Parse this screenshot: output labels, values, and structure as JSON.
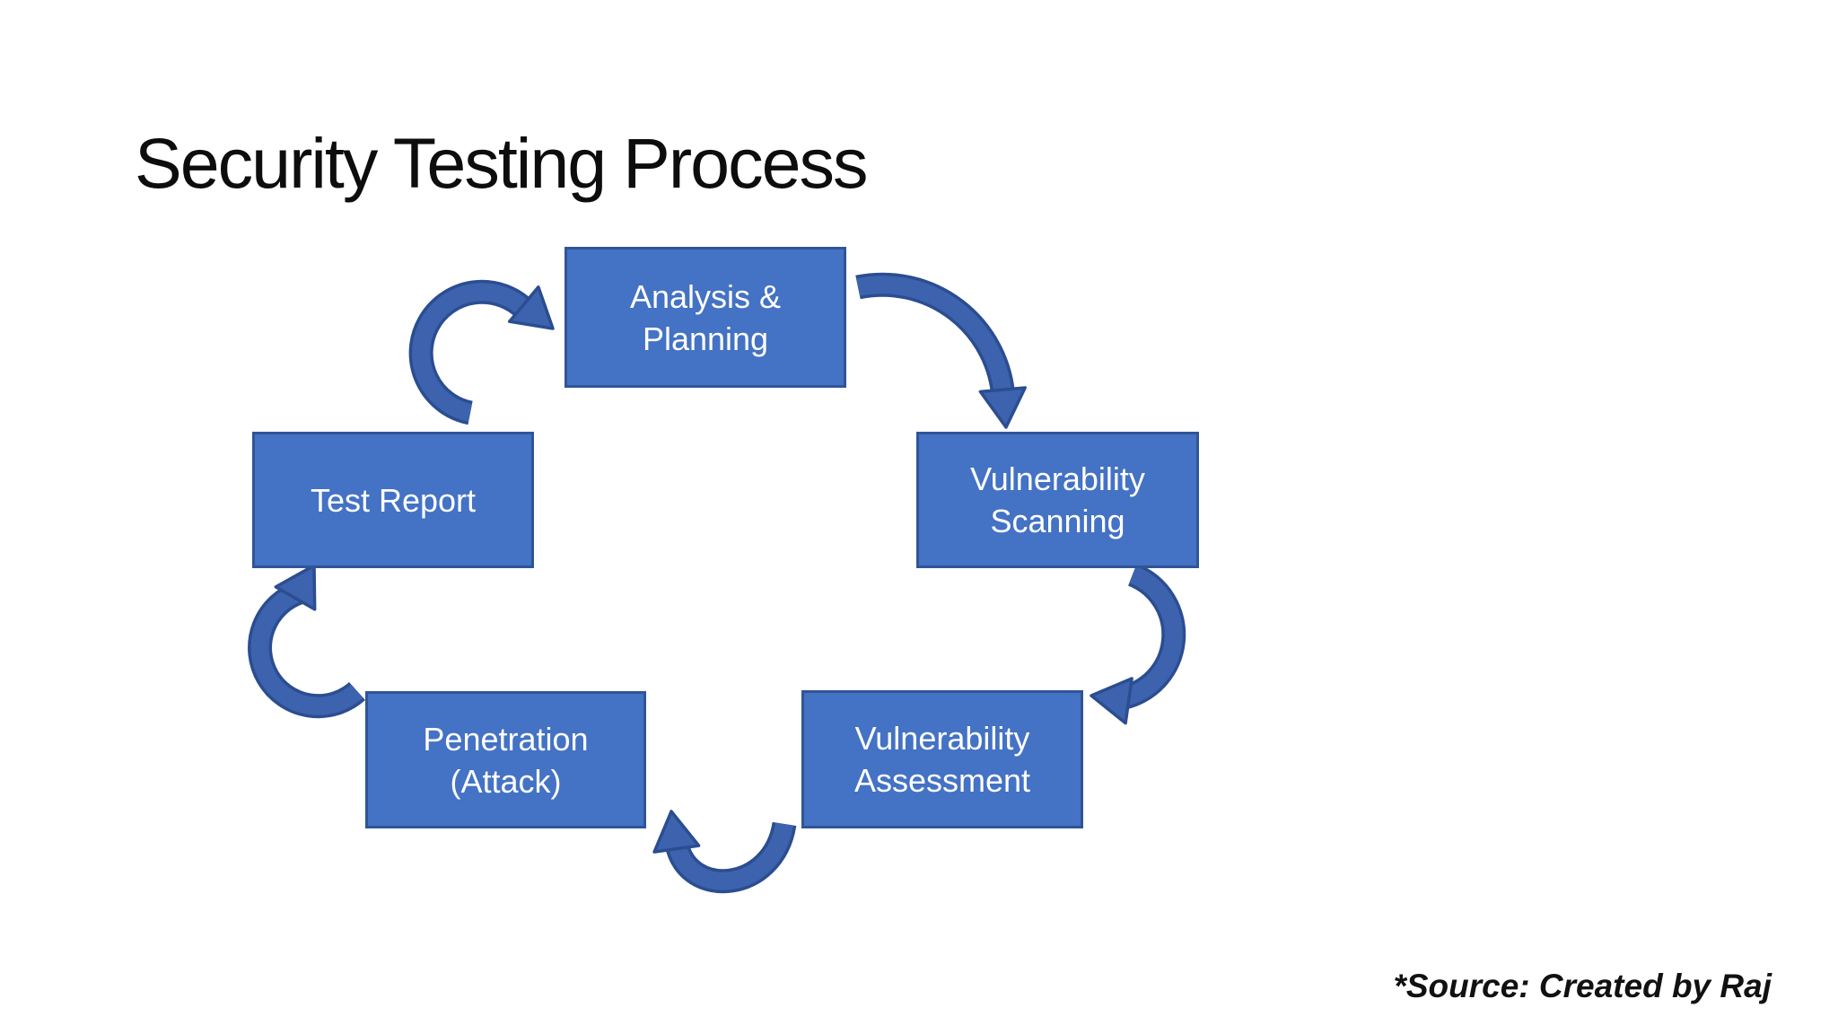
{
  "slide": {
    "title": "Security Testing Process",
    "source_note": "*Source: Created by Raj"
  },
  "diagram": {
    "type": "cycle",
    "direction": "clockwise",
    "steps": [
      {
        "id": "analysis-planning",
        "lines": [
          "Analysis &",
          "Planning"
        ]
      },
      {
        "id": "vulnerability-scanning",
        "lines": [
          "Vulnerability",
          "Scanning"
        ]
      },
      {
        "id": "vulnerability-assessment",
        "lines": [
          "Vulnerability",
          "Assessment"
        ]
      },
      {
        "id": "penetration-attack",
        "lines": [
          "Penetration",
          "(Attack)"
        ]
      },
      {
        "id": "test-report",
        "lines": [
          "Test Report"
        ]
      }
    ],
    "arrows": [
      {
        "from": "analysis-planning",
        "to": "vulnerability-scanning"
      },
      {
        "from": "vulnerability-scanning",
        "to": "vulnerability-assessment"
      },
      {
        "from": "vulnerability-assessment",
        "to": "penetration-attack"
      },
      {
        "from": "penetration-attack",
        "to": "test-report"
      },
      {
        "from": "test-report",
        "to": "analysis-planning"
      }
    ],
    "colors": {
      "box_fill": "#4472C4",
      "box_border": "#2F5597",
      "arrow_fill": "#3D63AE",
      "arrow_outline": "#2B4D91",
      "box_text": "#FFFFFF",
      "title_text": "#0D0D0D"
    }
  }
}
